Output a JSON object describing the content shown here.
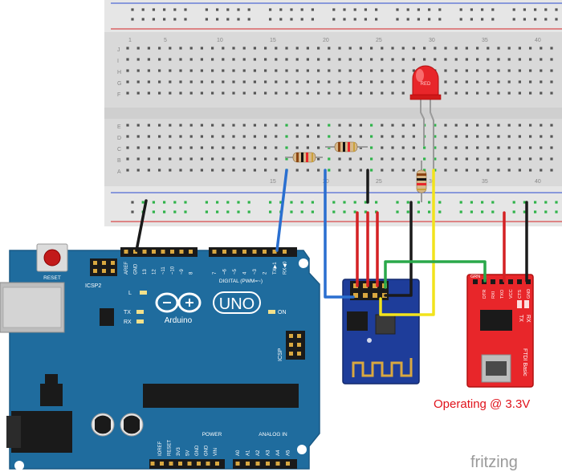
{
  "breadboard": {
    "row_letters_top": [
      "J",
      "I",
      "H",
      "G",
      "F"
    ],
    "row_letters_bottom": [
      "E",
      "D",
      "C",
      "B",
      "A"
    ],
    "column_numbers": [
      "15",
      "20",
      "25",
      "30",
      "35",
      "40"
    ],
    "left_edge_labels": [
      "1",
      "5",
      "10"
    ]
  },
  "arduino": {
    "brand": "Arduino",
    "model": "UNO",
    "reset_label": "RESET",
    "icsp2_label": "ICSP2",
    "icsp_label": "ICSP",
    "digital_label": "DIGITAL (PWM=~)",
    "power_label": "POWER",
    "analog_label": "ANALOG IN",
    "tx_label": "TX",
    "rx_label": "RX",
    "l_label": "L",
    "on_label": "ON",
    "digital_pins": [
      "AREF",
      "GND",
      "13",
      "12",
      "~11",
      "~10",
      "~9",
      "8",
      "7",
      "~6",
      "~5",
      "4",
      "~3",
      "2",
      "TX▶1",
      "RX◀0"
    ],
    "power_pins": [
      "IOREF",
      "RESET",
      "3V3",
      "5V",
      "GND",
      "GND",
      "VIN"
    ],
    "analog_pins": [
      "A0",
      "A1",
      "A2",
      "A3",
      "A4",
      "A5"
    ]
  },
  "ftdi": {
    "pins": [
      "GRN",
      "DTR",
      "RXI",
      "TXO",
      "VCC",
      "CTS",
      "GND"
    ],
    "tx_label": "TX",
    "rx_label": "RX",
    "board_label": "FTDI Basic"
  },
  "led": {
    "label": "RED"
  },
  "annotation": {
    "text": "Operating @ 3.3V"
  },
  "watermark": "fritzing",
  "colors": {
    "breadboard": "#dcdcdc",
    "arduino": "#1f6c9e",
    "esp_board": "#1e3d9a",
    "ftdi_board": "#e8262a",
    "wire_red": "#d42124",
    "wire_black": "#1a1a1a",
    "wire_blue": "#2a6fd0",
    "wire_green": "#2aa84a",
    "wire_yellow": "#f2e31c",
    "annotation": "#e0121b"
  }
}
